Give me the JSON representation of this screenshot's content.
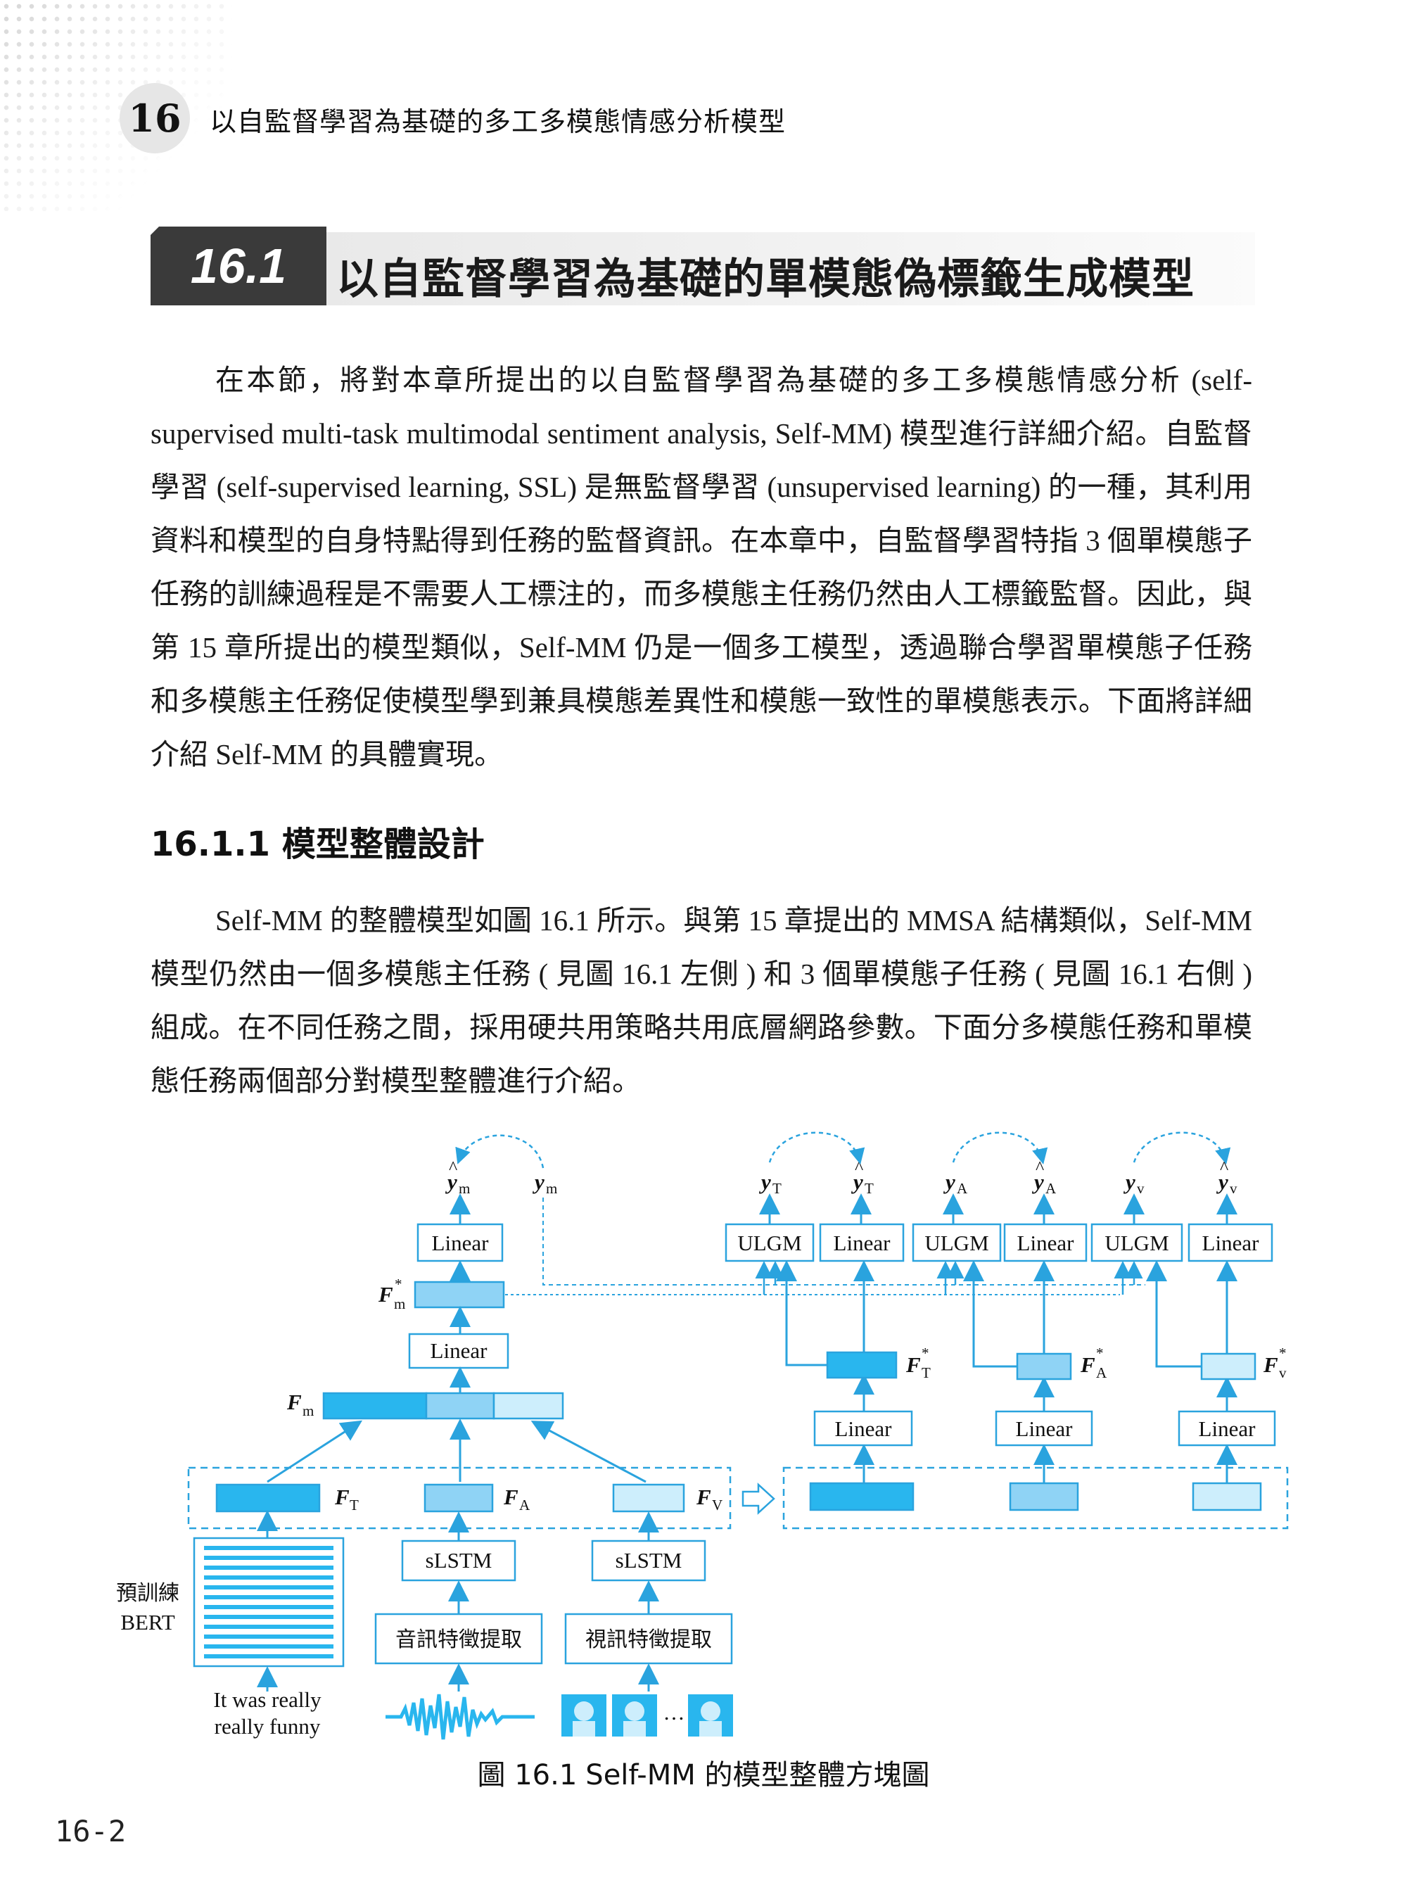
{
  "header": {
    "chapter_number": "16",
    "chapter_title": "以自監督學習為基礎的多工多模態情感分析模型"
  },
  "section": {
    "number": "16.1",
    "title": "以自監督學習為基礎的單模態偽標籤生成模型"
  },
  "paragraphs": {
    "p1": "在本節，將對本章所提出的以自監督學習為基礎的多工多模態情感分析 (self-supervised multi-task multimodal sentiment analysis, Self-MM) 模型進行詳細介紹。自監督學習 (self-supervised learning, SSL) 是無監督學習 (unsupervised learning) 的一種，其利用資料和模型的自身特點得到任務的監督資訊。在本章中，自監督學習特指 3 個單模態子任務的訓練過程是不需要人工標注的，而多模態主任務仍然由人工標籤監督。因此，與第 15 章所提出的模型類似，Self-MM 仍是一個多工模型，透過聯合學習單模態子任務和多模態主任務促使模型學到兼具模態差異性和模態一致性的單模態表示。下面將詳細介紹 Self-MM 的具體實現。",
    "p2": "Self-MM 的整體模型如圖 16.1 所示。與第 15 章提出的 MMSA 結構類似，Self-MM 模型仍然由一個多模態主任務 ( 見圖 16.1 左側 ) 和 3 個單模態子任務 ( 見圖 16.1 右側 ) 組成。在不同任務之間，採用硬共用策略共用底層網路參數。下面分多模態任務和單模態任務兩個部分對模型整體進行介紹。"
  },
  "subsection": {
    "number": "16.1.1",
    "title": "模型整體設計"
  },
  "figure": {
    "caption_label": "圖 16.1",
    "caption_text": "Self-MM 的模型整體方塊圖",
    "linear": "Linear",
    "ulgm": "ULGM",
    "slstm": "sLSTM",
    "audio_extract": "音訊特徵提取",
    "video_extract": "視訊特徵提取",
    "bert_line1": "預訓練",
    "bert_line2": "BERT",
    "input_line1": "It was really",
    "input_line2": "really funny",
    "y": "y",
    "F": "F",
    "sub_m": "m",
    "sub_T": "T",
    "sub_A": "A",
    "sub_V": "V",
    "sub_v": "v",
    "star": "*",
    "hat": "^",
    "ellipsis": "…",
    "colors": {
      "dark": "#29b6ee",
      "mid": "#8fd3f5",
      "light": "#cdeefc",
      "arrow": "#2aa3de"
    }
  },
  "page_number": "16-2"
}
